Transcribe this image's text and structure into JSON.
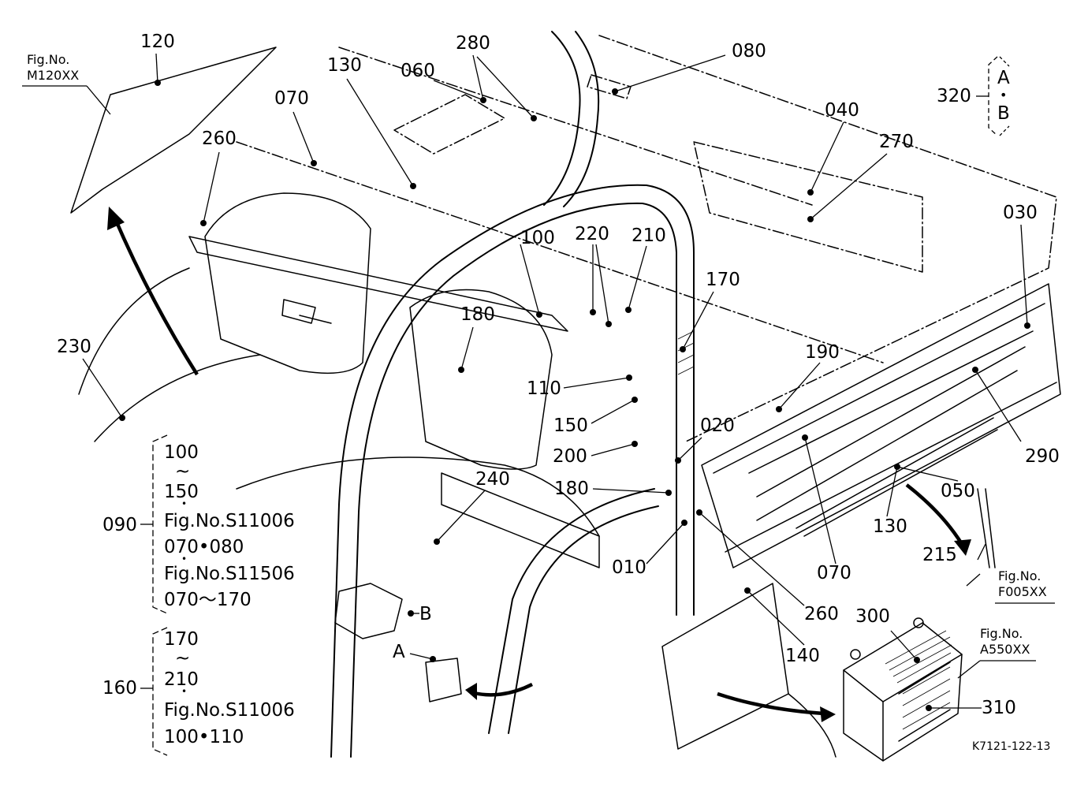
{
  "callouts": {
    "c120": "120",
    "c280": "280",
    "c080": "080",
    "c130a": "130",
    "c060": "060",
    "c070a": "070",
    "c260a": "260",
    "c320": "320",
    "c040": "040",
    "c270": "270",
    "c030": "030",
    "c100": "100",
    "c220": "220",
    "c210": "210",
    "c170": "170",
    "c230": "230",
    "c180a": "180",
    "c190": "190",
    "c110": "110",
    "c150": "150",
    "c020": "020",
    "c200": "200",
    "c290": "290",
    "c240": "240",
    "c180b": "180",
    "c050": "050",
    "c130b": "130",
    "c010": "010",
    "c215": "215",
    "c070b": "070",
    "c260b": "260",
    "c300": "300",
    "c140": "140",
    "c310": "310"
  },
  "variants": {
    "a": "A",
    "dot": "•",
    "b": "B",
    "conn_a": "A",
    "conn_b": "B"
  },
  "fig_refs": {
    "m120": {
      "line1": "Fig.No.",
      "line2": "M120XX"
    },
    "f005": {
      "line1": "Fig.No.",
      "line2": "F005XX"
    },
    "a550": {
      "line1": "Fig.No.",
      "line2": "A550XX"
    }
  },
  "group_090": {
    "key": "090",
    "rows": [
      "100",
      "~",
      "150",
      "•",
      "Fig.No.S11006",
      "070•080",
      "•",
      "Fig.No.S11506",
      "070～170"
    ]
  },
  "group_160": {
    "key": "160",
    "rows": [
      "170",
      "~",
      "210",
      "•",
      "Fig.No.S11006",
      "100•110"
    ]
  },
  "drawing_code": "K7121-122-13"
}
